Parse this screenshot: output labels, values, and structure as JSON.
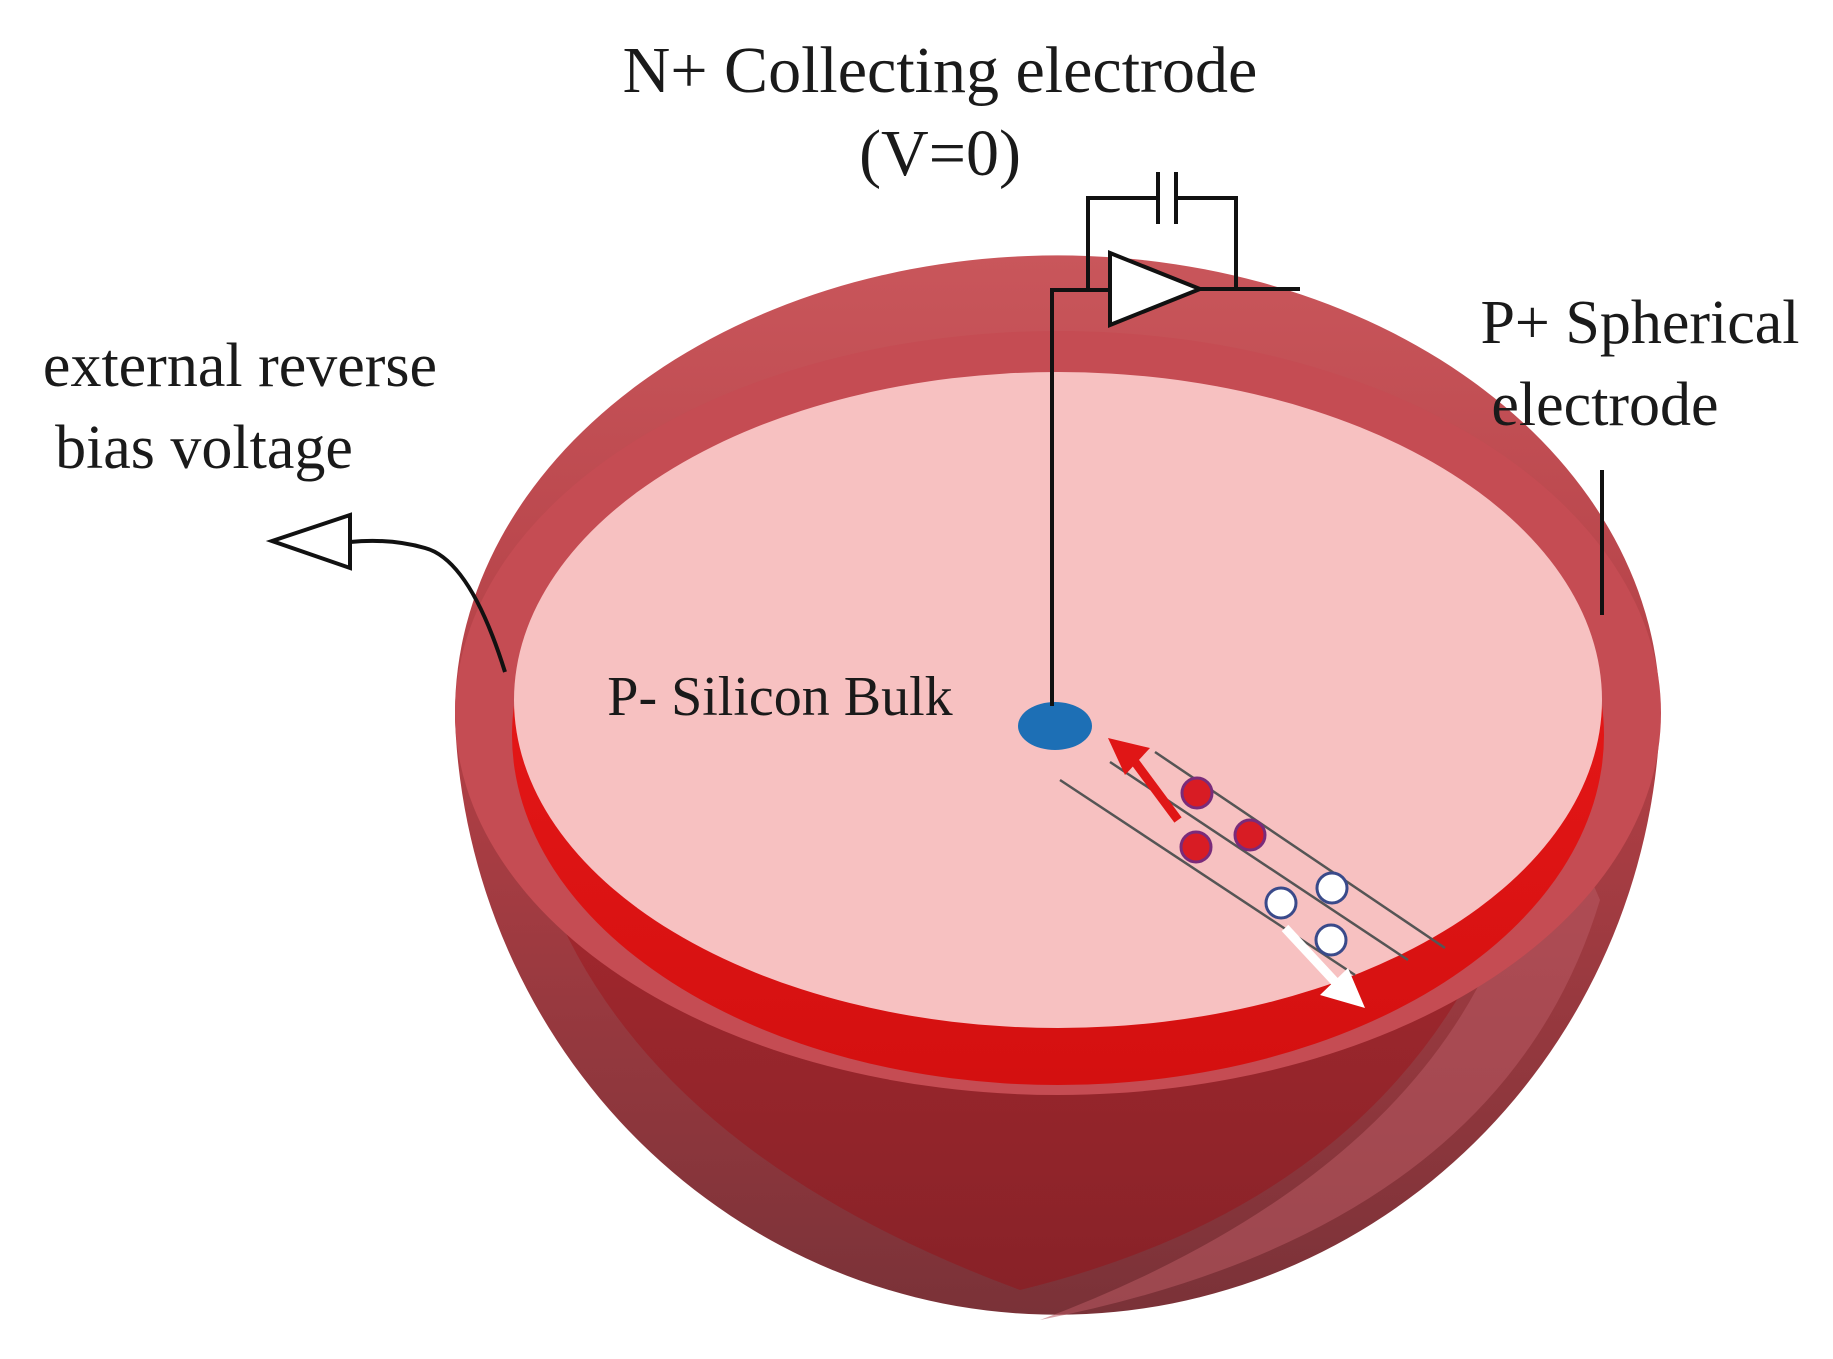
{
  "labels": {
    "collecting_electrode_line1": "N+ Collecting electrode",
    "collecting_electrode_line2": "(V=0)",
    "spherical_electrode_line1": "P+ Spherical",
    "spherical_electrode_line2": "electrode",
    "bias_voltage_line1": "external reverse",
    "bias_voltage_line2": "bias voltage",
    "bulk": "P- Silicon Bulk"
  },
  "colors": {
    "shell_outer": "#b34a4f",
    "shell_rim": "#c04a50",
    "depletion_band": "#e81818",
    "bulk_surface": "#f7c1c1",
    "collecting_electrode": "#1d6fb5",
    "electron": "#d81c24",
    "hole": "#ffffff",
    "wire": "#111111"
  },
  "particles": {
    "electrons": 3,
    "holes": 3
  }
}
